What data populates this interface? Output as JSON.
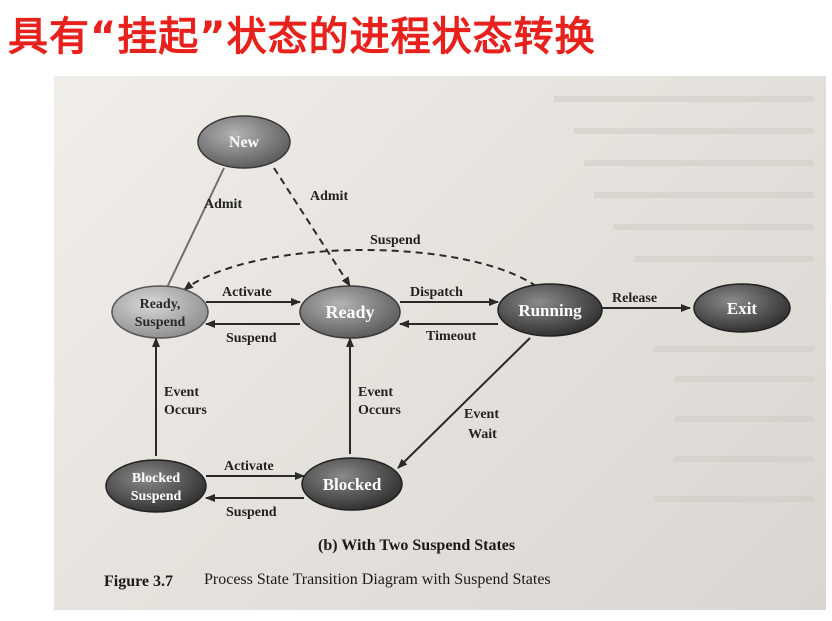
{
  "slide": {
    "title": "具有“挂起”状态的进程状态转换"
  },
  "diagram": {
    "nodes": {
      "new": "New",
      "ready_suspend_line1": "Ready,",
      "ready_suspend_line2": "Suspend",
      "ready": "Ready",
      "running": "Running",
      "exit": "Exit",
      "blocked_suspend_line1": "Blocked",
      "blocked_suspend_line2": "Suspend",
      "blocked": "Blocked"
    },
    "edges": {
      "admit_left": "Admit",
      "admit_right": "Admit",
      "suspend_top": "Suspend",
      "activate_top": "Activate",
      "suspend_mid": "Suspend",
      "dispatch": "Dispatch",
      "timeout": "Timeout",
      "release": "Release",
      "event_occurs_left_1": "Event",
      "event_occurs_left_2": "Occurs",
      "event_occurs_mid_1": "Event",
      "event_occurs_mid_2": "Occurs",
      "event_wait_1": "Event",
      "event_wait_2": "Wait",
      "activate_bottom": "Activate",
      "suspend_bottom": "Suspend"
    },
    "subcaption": "(b) With Two Suspend States",
    "figure_number": "Figure 3.7",
    "figure_title": "Process State Transition Diagram with Suspend States"
  },
  "colors": {
    "title": "#e8211c",
    "node_dark": "#3a3a3a",
    "node_light": "#9a9a9a"
  }
}
